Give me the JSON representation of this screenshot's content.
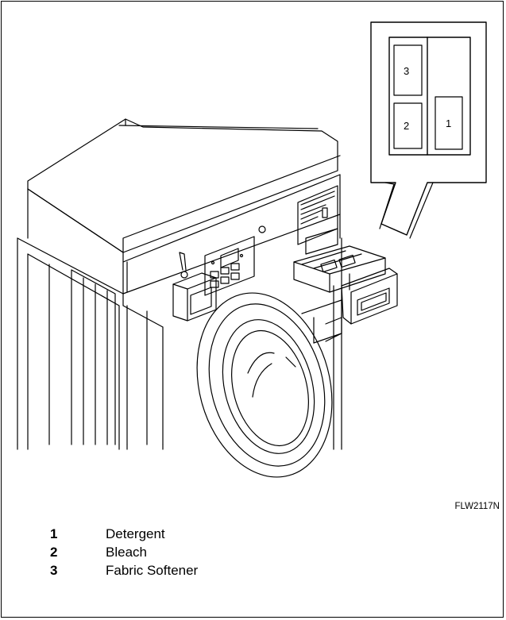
{
  "figure_id": "FLW2117N",
  "callout_labels": [
    "1",
    "2",
    "3"
  ],
  "legend": [
    {
      "number": "1",
      "label": "Detergent"
    },
    {
      "number": "2",
      "label": "Bleach"
    },
    {
      "number": "3",
      "label": "Fabric Softener"
    }
  ],
  "colors": {
    "line": "#000000",
    "background": "#ffffff"
  }
}
